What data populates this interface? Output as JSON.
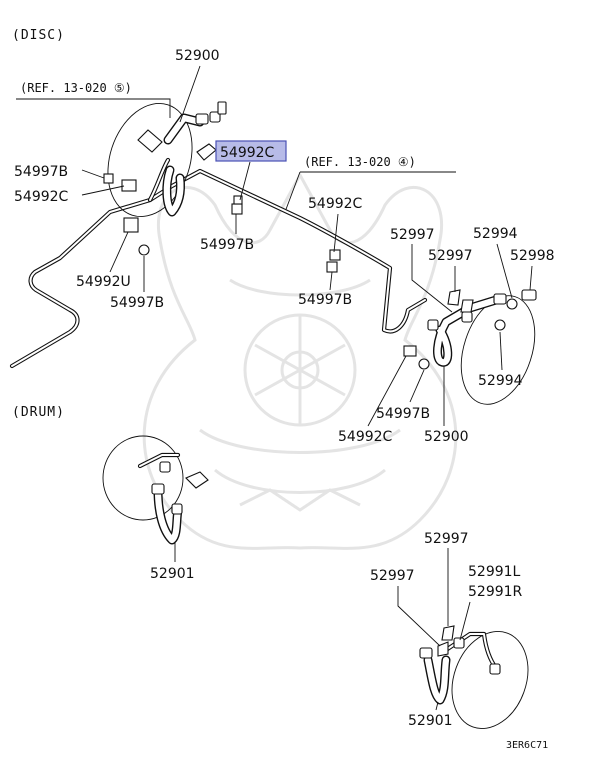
{
  "sections": {
    "disc": "(DISC)",
    "drum": "(DRUM)"
  },
  "references": {
    "ref_5": "(REF. 13-020 ⑤)",
    "ref_4": "(REF. 13-020 ④)"
  },
  "callouts": {
    "c52900_top": "52900",
    "c54992c_highlight": "54992C",
    "c54997b_left": "54997B",
    "c54992c_left": "54992C",
    "c54997b_mid": "54997B",
    "c54992c_mid": "54992C",
    "c54992u": "54992U",
    "c54997b_lower": "54997B",
    "c54997b_center": "54997B",
    "c52997_a": "52997",
    "c52997_b": "52997",
    "c52994_a": "52994",
    "c52998": "52998",
    "c52994_b": "52994",
    "c54997b_right": "54997B",
    "c54992c_right": "54992C",
    "c52900_right": "52900",
    "c52901_drum_left": "52901",
    "c52997_c": "52997",
    "c52997_d": "52997",
    "c52991l": "52991L",
    "c52991r": "52991R",
    "c52901_drum_right": "52901"
  },
  "diagram_code": "3ER6C71",
  "highlight_color": "#b7bbe8",
  "watermark_icon": "samurai-helmet-icon"
}
